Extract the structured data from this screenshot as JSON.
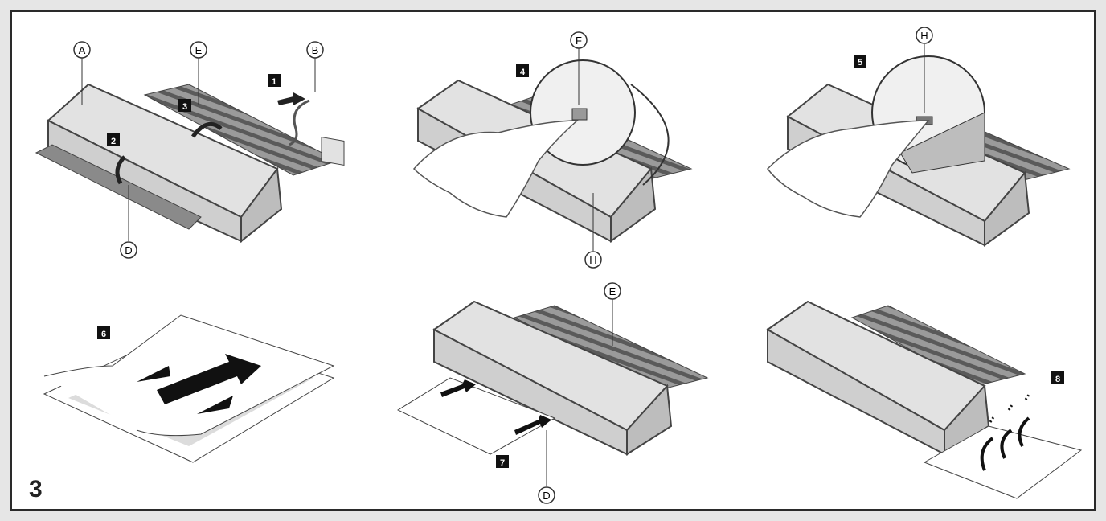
{
  "figure_number": "3",
  "callouts": {
    "a": "A",
    "b": "B",
    "d": "D",
    "e": "E",
    "f": "F",
    "h": "H"
  },
  "steps": [
    "1",
    "2",
    "3",
    "4",
    "5",
    "6",
    "7",
    "8"
  ],
  "colors": {
    "device": "#e2e2e2",
    "device_dark": "#c8c8c8",
    "outline": "#444444",
    "tray": "#777777",
    "frame": "#2a2a2a"
  }
}
